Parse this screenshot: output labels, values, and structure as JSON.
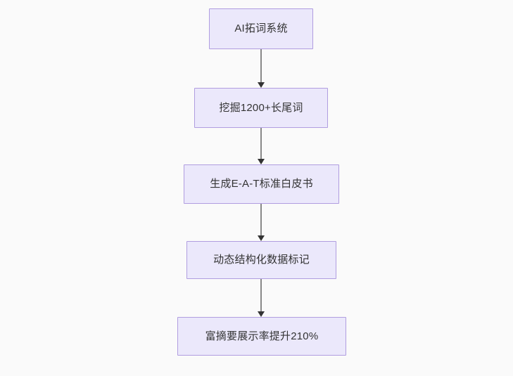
{
  "diagram": {
    "type": "flowchart",
    "direction": "top-to-bottom",
    "background_color": "#fafafa",
    "node_fill_color": "#ebe8fb",
    "node_border_color": "#b09de0",
    "node_text_color": "#333333",
    "edge_line_color": "#888888",
    "edge_arrow_color": "#333333",
    "nodes": [
      {
        "id": "n1",
        "label": "AI拓词系统"
      },
      {
        "id": "n2",
        "label": "挖掘1200+长尾词"
      },
      {
        "id": "n3",
        "label": "生成E-A-T标准白皮书"
      },
      {
        "id": "n4",
        "label": "动态结构化数据标记"
      },
      {
        "id": "n5",
        "label": "富摘要展示率提升210%"
      }
    ],
    "edges": [
      {
        "from": "n1",
        "to": "n2"
      },
      {
        "from": "n2",
        "to": "n3"
      },
      {
        "from": "n3",
        "to": "n4"
      },
      {
        "from": "n4",
        "to": "n5"
      }
    ]
  }
}
